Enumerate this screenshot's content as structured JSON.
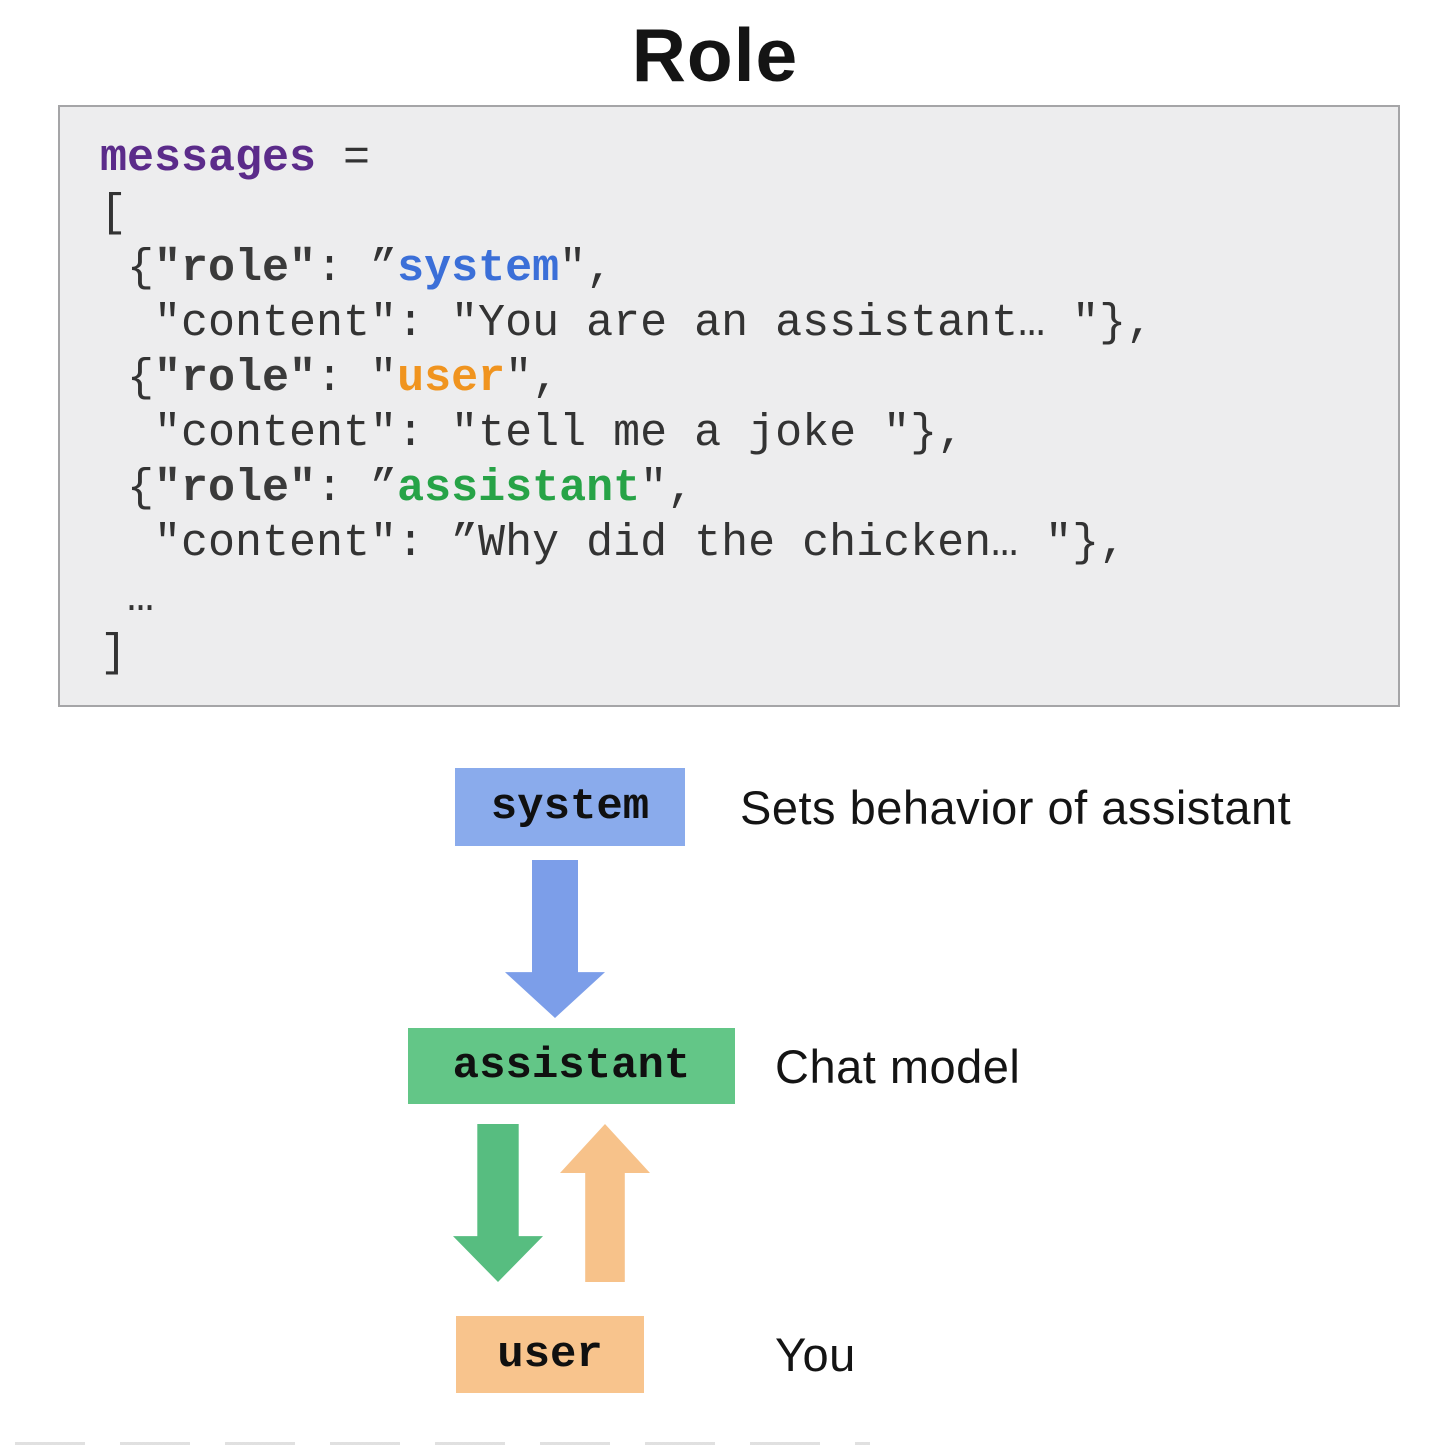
{
  "title": "Role",
  "code_block": {
    "background": "#ededee",
    "border_color": "#a5a5a7",
    "syntax_colors": {
      "variable": "#5b2b8a",
      "system": "#3b6fd8",
      "user": "#f0941f",
      "assistant": "#27a347",
      "plain": "#333333"
    },
    "lines": [
      {
        "segments": [
          {
            "text": "messages",
            "style": "purple"
          },
          {
            "text": " =",
            "style": "plain"
          }
        ]
      },
      {
        "segments": [
          {
            "text": "[",
            "style": "plain"
          }
        ]
      },
      {
        "segments": [
          {
            "text": " {",
            "style": "plain"
          },
          {
            "text": "\"role\"",
            "style": "bold"
          },
          {
            "text": ": ”",
            "style": "plain"
          },
          {
            "text": "system",
            "style": "blue"
          },
          {
            "text": "\",",
            "style": "plain"
          }
        ]
      },
      {
        "segments": [
          {
            "text": "  \"content\": \"You are an assistant… \"},",
            "style": "plain"
          }
        ]
      },
      {
        "segments": [
          {
            "text": " {",
            "style": "plain"
          },
          {
            "text": "\"role\"",
            "style": "bold"
          },
          {
            "text": ": \"",
            "style": "plain"
          },
          {
            "text": "user",
            "style": "orange"
          },
          {
            "text": "\",",
            "style": "plain"
          }
        ]
      },
      {
        "segments": [
          {
            "text": "  \"content\": \"tell me a joke \"},",
            "style": "plain"
          }
        ]
      },
      {
        "segments": [
          {
            "text": " {",
            "style": "plain"
          },
          {
            "text": "\"role\"",
            "style": "bold"
          },
          {
            "text": ": ”",
            "style": "plain"
          },
          {
            "text": "assistant",
            "style": "green"
          },
          {
            "text": "\",",
            "style": "plain"
          }
        ]
      },
      {
        "segments": [
          {
            "text": "  \"content\": ”Why did the chicken… \"},",
            "style": "plain"
          }
        ]
      },
      {
        "segments": [
          {
            "text": " …",
            "style": "plain"
          }
        ]
      },
      {
        "segments": [
          {
            "text": "]",
            "style": "plain"
          }
        ]
      }
    ]
  },
  "diagram": {
    "nodes": [
      {
        "id": "system",
        "label": "system",
        "color": "#8aabec",
        "caption": "Sets behavior of assistant"
      },
      {
        "id": "assistant",
        "label": "assistant",
        "color": "#63c687",
        "caption": "Chat model"
      },
      {
        "id": "user",
        "label": "user",
        "color": "#f8c48d",
        "caption": "You"
      }
    ],
    "arrows": [
      {
        "from": "system",
        "to": "assistant",
        "direction": "down",
        "color": "#7c9ee9"
      },
      {
        "from": "assistant",
        "to": "user",
        "direction": "down",
        "color": "#57bd80"
      },
      {
        "from": "user",
        "to": "assistant",
        "direction": "up",
        "color": "#f7c28a"
      }
    ]
  }
}
